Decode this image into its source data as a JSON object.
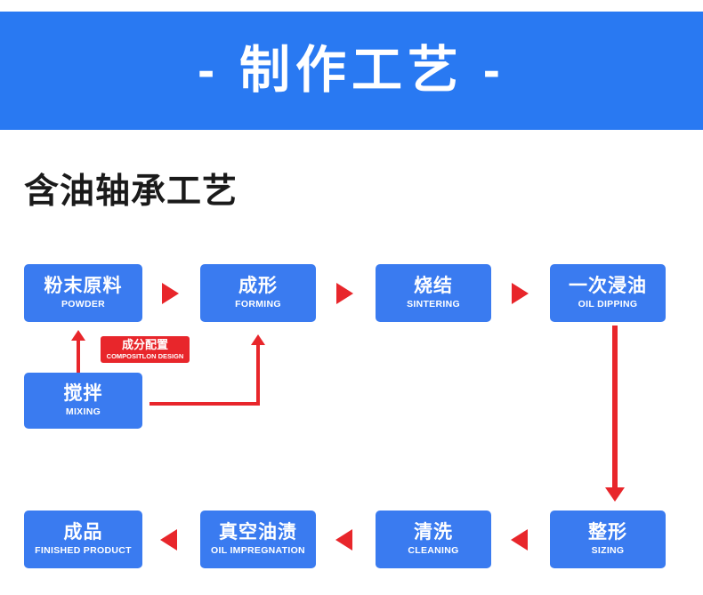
{
  "banner": {
    "title": "- 制作工艺 -"
  },
  "section": {
    "heading": "含油轴承工艺"
  },
  "nodes": [
    {
      "cn": "粉末原料",
      "en": "POWDER"
    },
    {
      "cn": "成形",
      "en": "FORMING"
    },
    {
      "cn": "烧结",
      "en": "SINTERING"
    },
    {
      "cn": "一次浸油",
      "en": "OIL DIPPING"
    },
    {
      "cn": "搅拌",
      "en": "MIXING"
    },
    {
      "cn": "成品",
      "en": "FINISHED PRODUCT"
    },
    {
      "cn": "真空油渍",
      "en": "OIL IMPREGNATION"
    },
    {
      "cn": "清洗",
      "en": "CLEANING"
    },
    {
      "cn": "整形",
      "en": "SIZING"
    }
  ],
  "red_label": {
    "cn": "成分配置",
    "en": "COMPOSITLON DESIGN"
  },
  "colors": {
    "banner_blue": "#2979f2",
    "node_blue": "#3a7bf0",
    "arrow_red": "#e8262b",
    "heading_black": "#1a1a1a",
    "page_white": "#ffffff"
  },
  "flow": {
    "type": "process-flowchart",
    "steps_top": [
      "粉末原料",
      "成形",
      "烧结",
      "一次浸油"
    ],
    "steps_bottom": [
      "整形",
      "清洗",
      "真空油渍",
      "成品"
    ],
    "side_step": "搅拌",
    "annotation": "成分配置"
  }
}
